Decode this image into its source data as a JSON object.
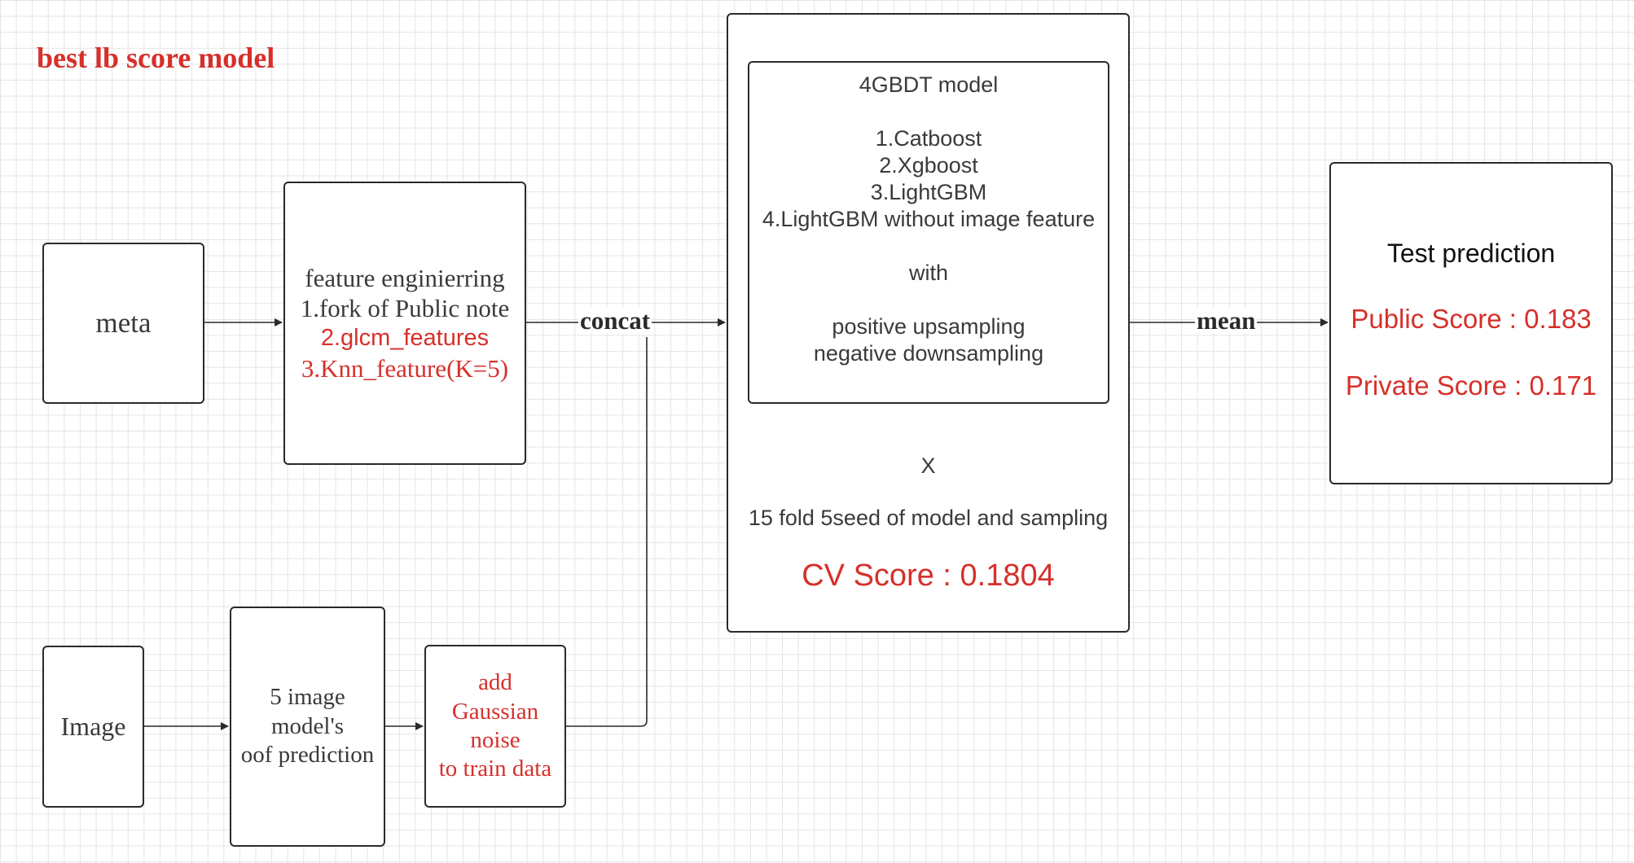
{
  "title": "best lb score model",
  "colors": {
    "accent_red": "#d6302b",
    "box_border": "#2a2a2a",
    "grid": "#e4e4e4"
  },
  "meta_box": {
    "label": "meta"
  },
  "feature_box": {
    "line1": "feature enginierring",
    "line2": "1.fork of Public note",
    "line3": "2.glcm_features",
    "line4": "3.Knn_feature(K=5)"
  },
  "image_box": {
    "label": "Image"
  },
  "oof_box": {
    "line1": "5 image",
    "line2": "model's",
    "line3": "oof prediction"
  },
  "noise_box": {
    "line1": "add",
    "line2": "Gaussian",
    "line3": "noise",
    "line4": "to train data"
  },
  "edges": {
    "concat": "concat",
    "mean": "mean"
  },
  "gbdt_box": {
    "title": "4GBDT  model",
    "models": [
      "1.Catboost",
      "2.Xgboost",
      "3.LightGBM",
      "4.LightGBM without image feature"
    ],
    "with": "with",
    "sampling": [
      "positive upsampling",
      "negative downsampling"
    ]
  },
  "outer_box": {
    "times": "X",
    "folds": "15 fold 5seed of model and sampling",
    "cv_score": "CV Score : 0.1804"
  },
  "test_box": {
    "title": "Test prediction",
    "public_score": "Public  Score : 0.183",
    "private_score": "Private Score : 0.171"
  }
}
